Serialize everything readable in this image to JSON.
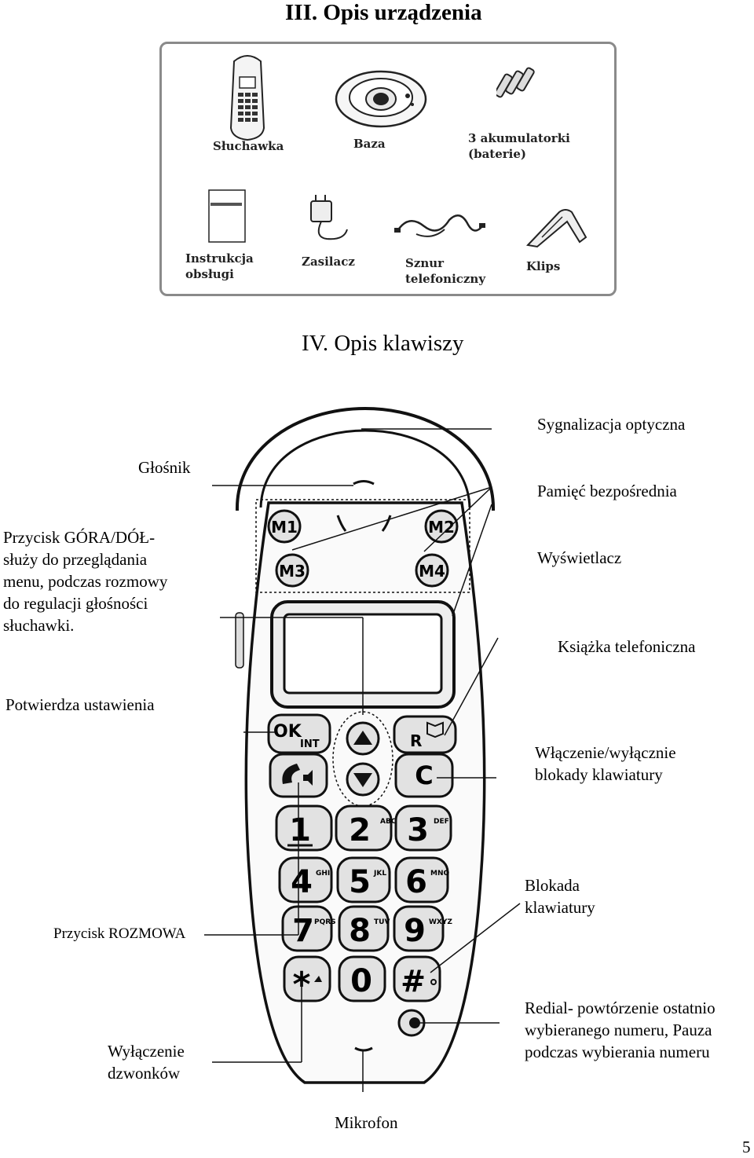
{
  "section3": {
    "title": "III. Opis urządzenia",
    "items": [
      {
        "lines": [
          "Słuchawka"
        ]
      },
      {
        "lines": [
          "Baza"
        ]
      },
      {
        "lines": [
          "3 akumulatorki",
          "(baterie)"
        ]
      },
      {
        "lines": [
          "Instrukcja",
          "obsługi"
        ]
      },
      {
        "lines": [
          "Zasilacz"
        ]
      },
      {
        "lines": [
          "Sznur",
          "telefoniczny"
        ]
      },
      {
        "lines": [
          "Klips"
        ]
      }
    ]
  },
  "section4": {
    "title": "IV. Opis klawiszy",
    "labels": {
      "signal": "Sygnalizacja optyczna",
      "speaker": "Głośnik",
      "memory": "Pamięć bezpośrednia",
      "updown": [
        "Przycisk GÓRA/DÓŁ-",
        "służy do przeglądania",
        "menu, podczas rozmowy",
        "do regulacji głośności",
        "słuchawki."
      ],
      "display": "Wyświetlacz",
      "phonebook": "Książka telefoniczna",
      "confirm": "Potwierdza ustawienia",
      "lock_toggle": [
        "Włączenie/wyłącznie",
        "blokady klawiatury"
      ],
      "keypad_lock": [
        "Blokada",
        "klawiatury"
      ],
      "talk": "Przycisk ROZMOWA",
      "redial": [
        "Redial- powtórzenie ostatnio",
        "wybieranego numeru, Pauza",
        "podczas wybierania numeru"
      ],
      "ringer_off": [
        "Wyłączenie",
        "dzwonków"
      ],
      "microphone": "Mikrofon"
    },
    "keys": {
      "memory": [
        "M1",
        "M2",
        "M3",
        "M4"
      ],
      "ok": "OK",
      "int": "INT",
      "r": "R",
      "c": "C",
      "digits": [
        "1",
        "2",
        "3",
        "4",
        "5",
        "6",
        "7",
        "8",
        "9",
        "*",
        "0",
        "#"
      ],
      "letters": [
        "",
        "ABC",
        "DEF",
        "GHI",
        "JKL",
        "MNO",
        "PQRS",
        "TUV",
        "WXYZ",
        "",
        "",
        ""
      ]
    }
  },
  "page_number": "5"
}
